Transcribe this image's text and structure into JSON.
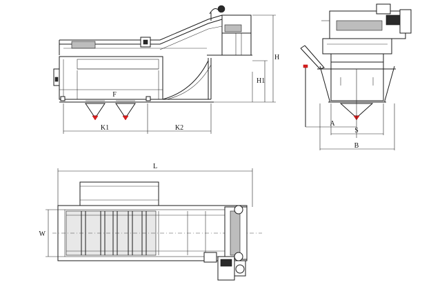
{
  "labels": {
    "H": "H",
    "H1": "H1",
    "F": "F",
    "K1": "K1",
    "K2": "K2",
    "A": "A",
    "S": "S",
    "B": "B",
    "L": "L",
    "W": "W"
  },
  "colors": {
    "line": "#1a1a1a",
    "accent_red": "#d62020",
    "background": "#ffffff"
  }
}
